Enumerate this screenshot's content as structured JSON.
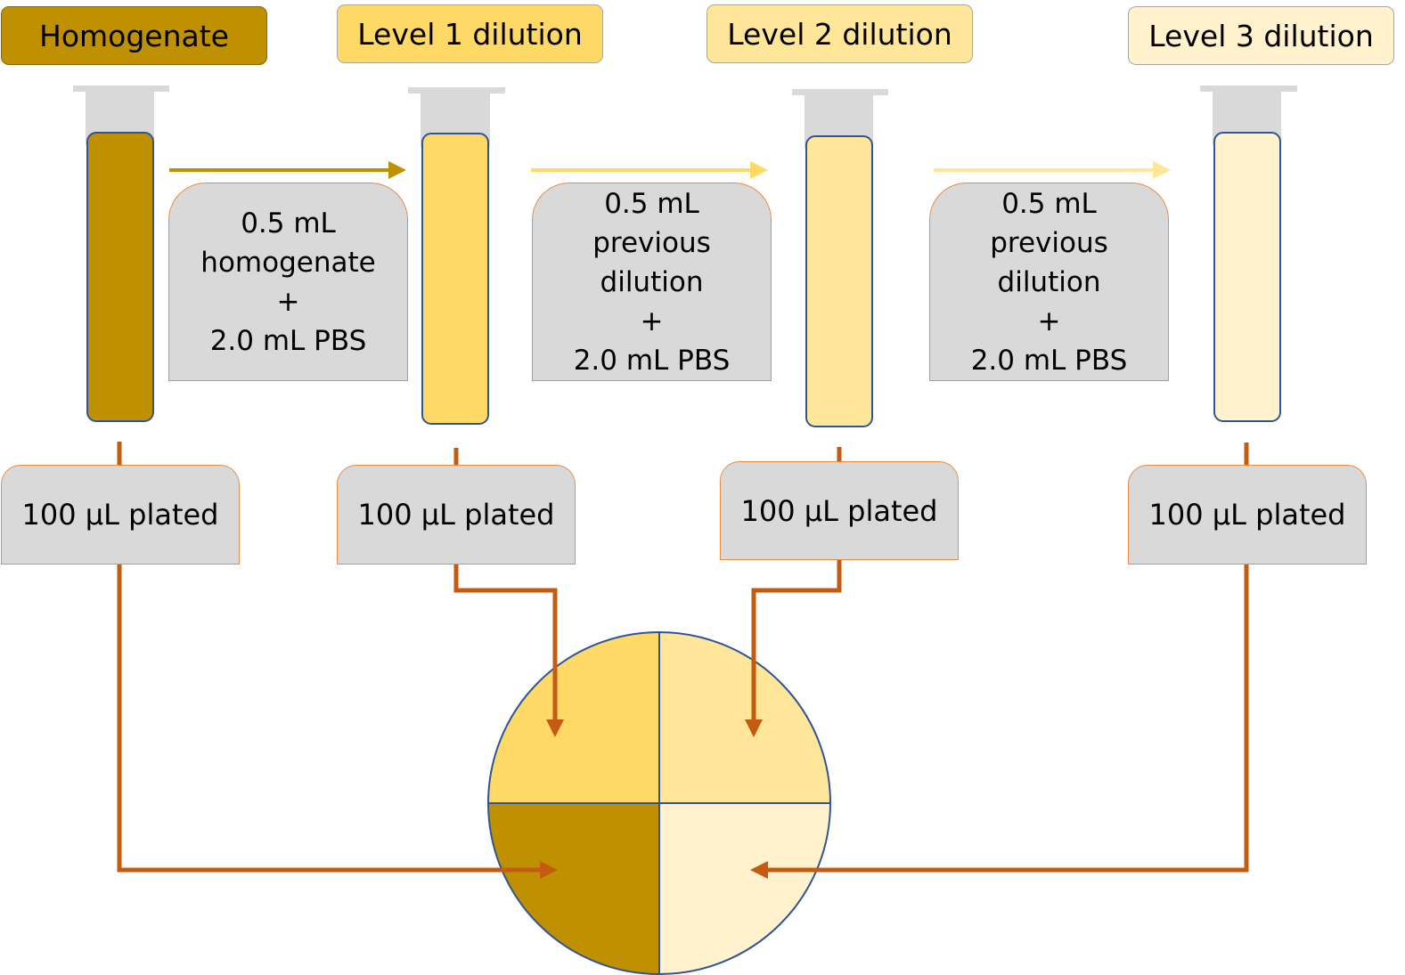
{
  "colors": {
    "homogenate": "#bf9000",
    "level1": "#ffd966",
    "level2": "#ffe699",
    "level3": "#fff2cc",
    "tube_cap": "#d9d9d9",
    "tube_border": "#2f5597",
    "orange": "#c55a11"
  },
  "labels": {
    "homogenate": "Homogenate",
    "level1": "Level 1 dilution",
    "level2": "Level 2 dilution",
    "level3": "Level 3 dilution"
  },
  "transfers": [
    {
      "line1": "0.5 mL",
      "line2": "homogenate",
      "line3": "",
      "plus": "+",
      "pbs": "2.0 mL PBS"
    },
    {
      "line1": "0.5 mL",
      "line2": "previous",
      "line3": "dilution",
      "plus": "+",
      "pbs": "2.0 mL PBS"
    },
    {
      "line1": "0.5 mL",
      "line2": "previous",
      "line3": "dilution",
      "plus": "+",
      "pbs": "2.0 mL PBS"
    }
  ],
  "plated": [
    "100 µL plated",
    "100 µL plated",
    "100 µL plated",
    "100 µL plated"
  ]
}
